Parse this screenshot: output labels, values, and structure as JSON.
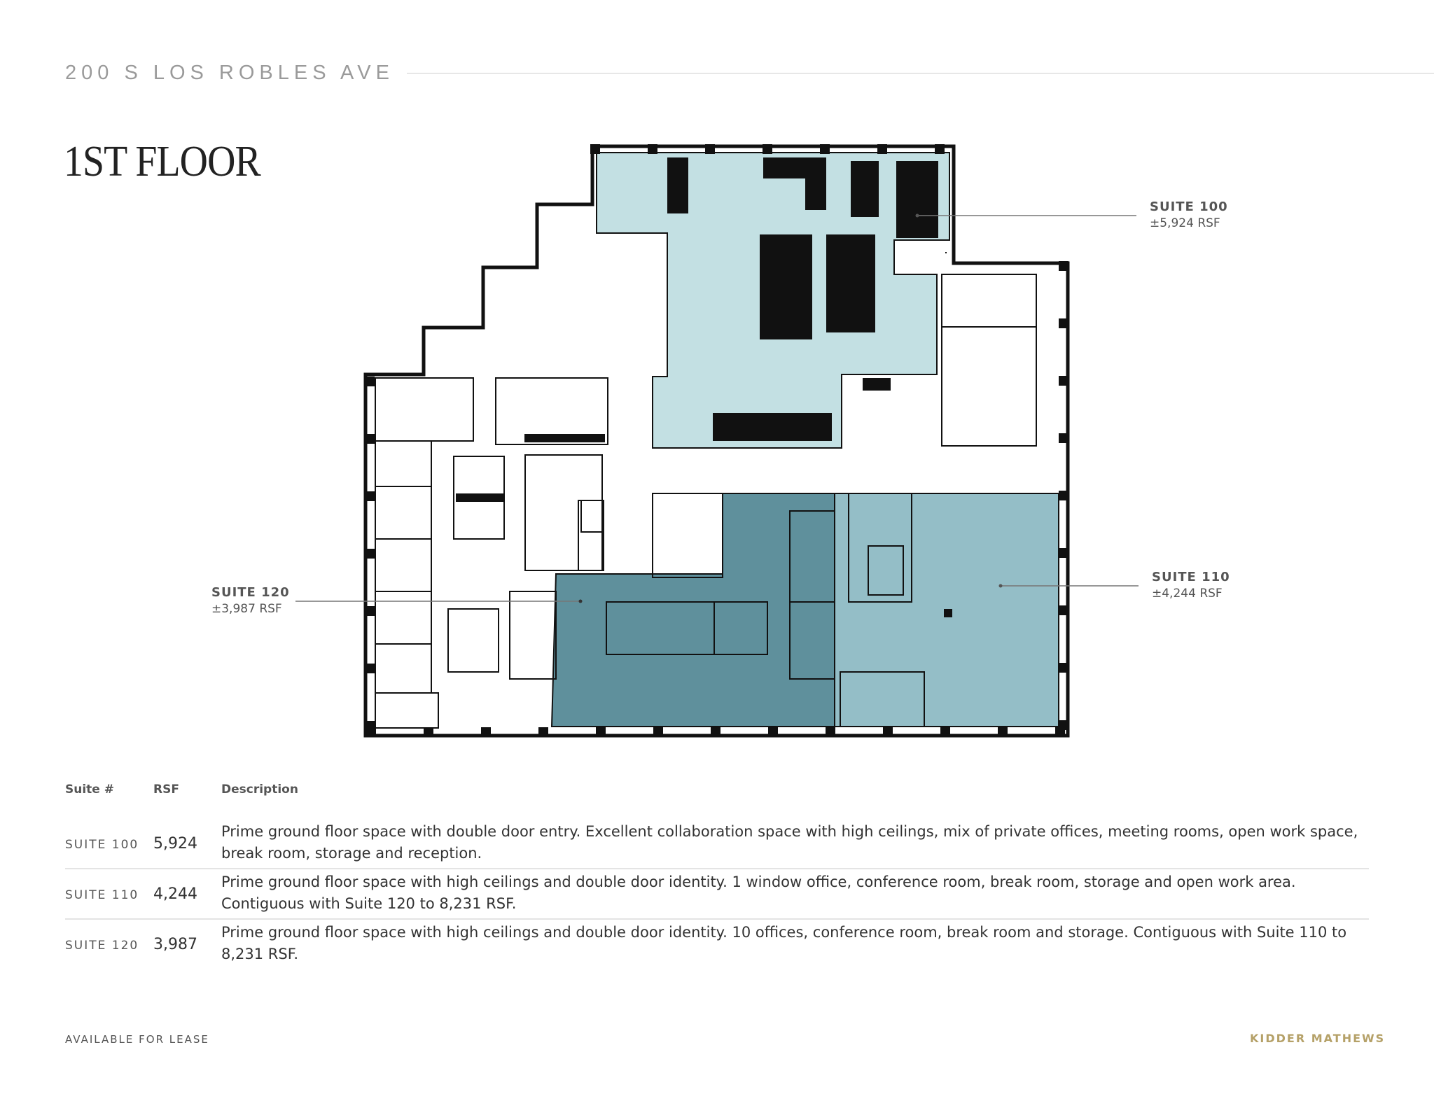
{
  "header": {
    "address": "200 S LOS ROBLES AVE",
    "floor_title": "1ST FLOOR"
  },
  "plan": {
    "colors": {
      "suite_100": "#c3e0e3",
      "suite_110": "#94bec7",
      "suite_120": "#5f909c",
      "walls": "#111111"
    },
    "labels": [
      {
        "suite": "SUITE 100",
        "rsf": "±5,924 RSF"
      },
      {
        "suite": "SUITE 110",
        "rsf": "±4,244 RSF"
      },
      {
        "suite": "SUITE 120",
        "rsf": "±3,987 RSF"
      }
    ]
  },
  "table": {
    "headers": {
      "suite": "Suite #",
      "rsf": "RSF",
      "description": "Description"
    },
    "rows": [
      {
        "suite": "SUITE 100",
        "rsf": "5,924",
        "description": "Prime ground floor space with double door entry. Excellent collaboration space with high ceilings, mix of private offices, meeting rooms, open work space, break room, storage and reception."
      },
      {
        "suite": "SUITE 110",
        "rsf": "4,244",
        "description": "Prime ground floor space with high ceilings and double door identity. 1 window office, conference room, break room, storage and open work area. Contiguous with Suite 120 to 8,231 RSF."
      },
      {
        "suite": "SUITE 120",
        "rsf": "3,987",
        "description": "Prime ground floor space with high ceilings and double door identity. 10 offices, conference room, break room and storage. Contiguous with Suite 110 to 8,231 RSF."
      }
    ]
  },
  "footer": {
    "left": "AVAILABLE FOR LEASE",
    "brand": "KIDDER MATHEWS"
  }
}
